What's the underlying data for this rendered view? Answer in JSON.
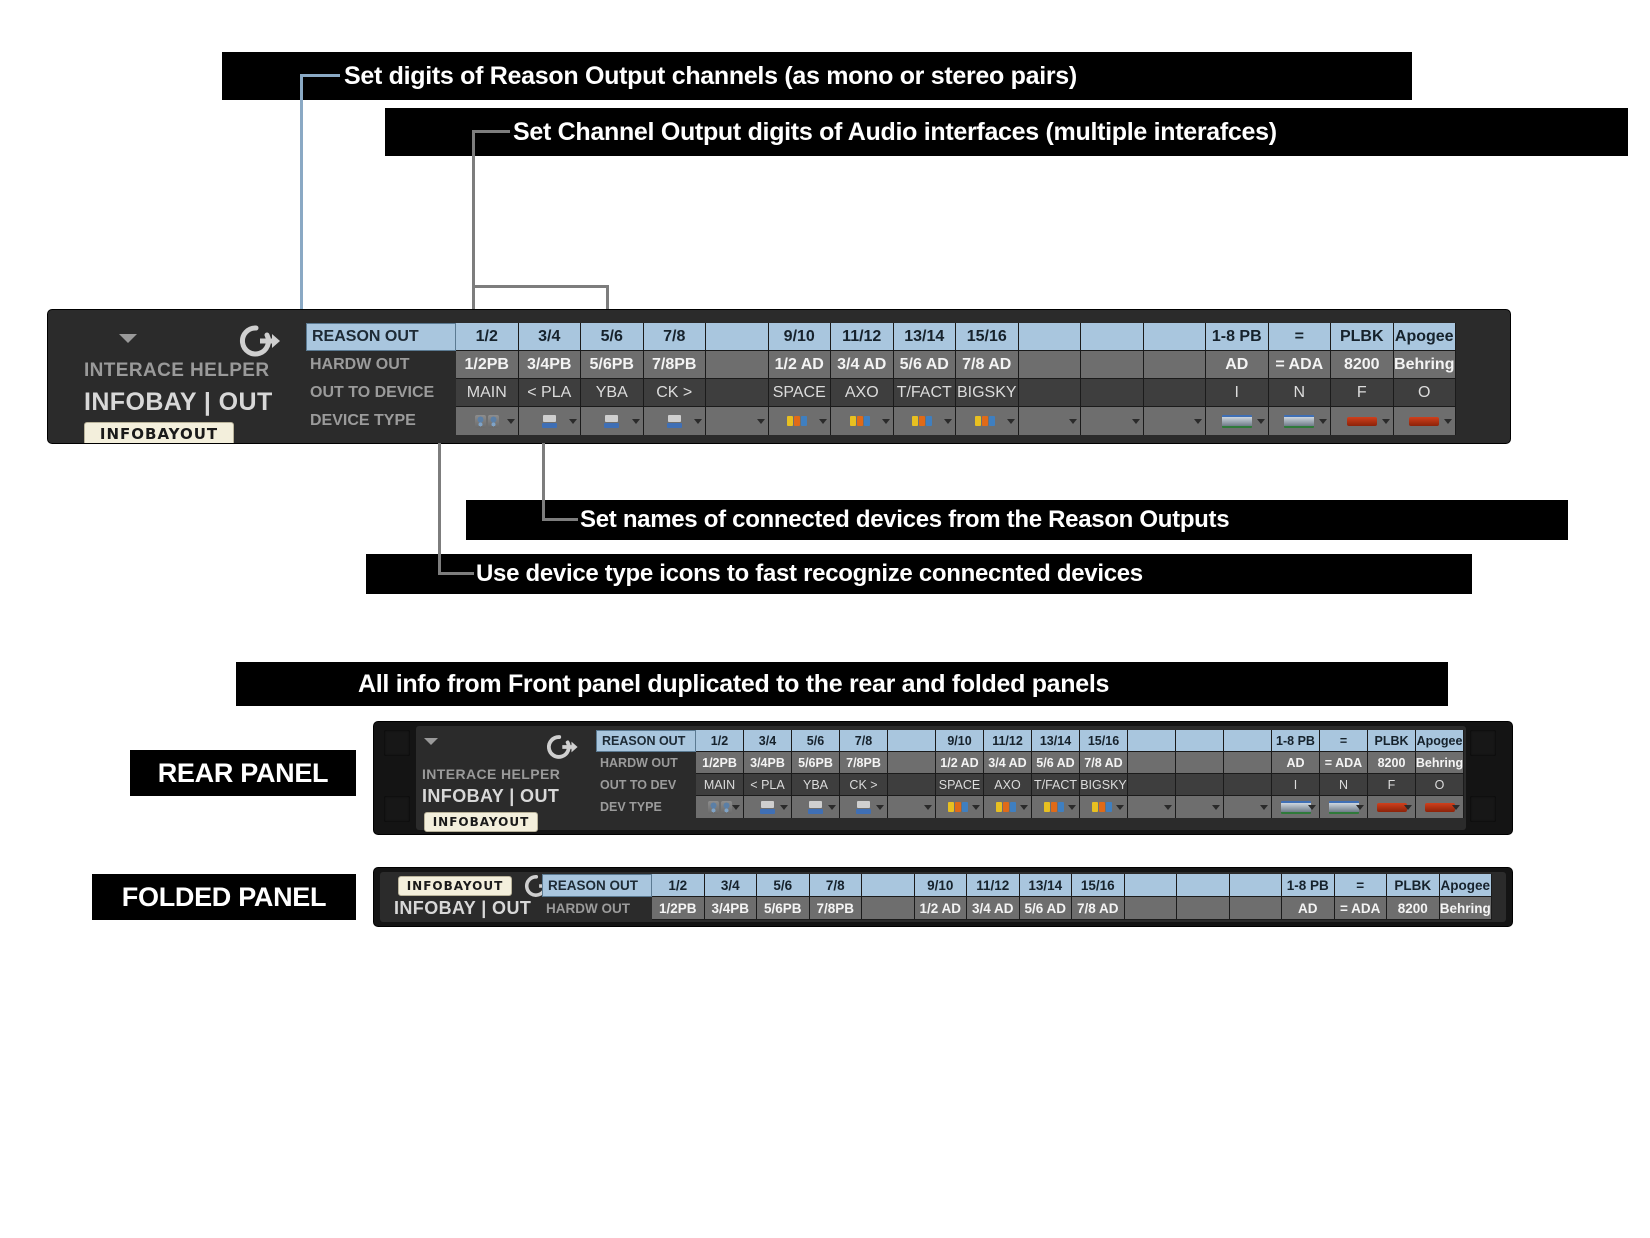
{
  "callouts": {
    "reason_out": "Set digits of Reason Output channels (as mono or stereo pairs)",
    "channel_out": "Set Channel Output digits of Audio interfaces (multiple interafces)",
    "device_names": "Set names of connected devices from the Reason Outputs",
    "device_icons": "Use device type icons to fast recognize connecnted devices",
    "duplicated": "All info from Front panel duplicated to the rear and folded panels",
    "rear_panel": "REAR PANEL",
    "folded_panel": "FOLDED PANEL"
  },
  "panel": {
    "brand_sub": "INTERACE HELPER",
    "brand_main": "INFOBAY | OUT",
    "tag": "INFOBAYOUT",
    "row_labels": {
      "reason": "REASON OUT",
      "hardw": "HARDW OUT",
      "device": "OUT TO DEVICE",
      "type": "DEVICE TYPE"
    },
    "row_labels_short": {
      "reason": "REASON OUT",
      "hardw": "HARDW OUT",
      "device": "OUT TO DEV",
      "type": "DEV TYPE"
    },
    "columns": [
      {
        "reason": "1/2",
        "hardw": "1/2PB",
        "device": "MAIN",
        "type": "speaker"
      },
      {
        "reason": "3/4",
        "hardw": "3/4PB",
        "device": "< PLA",
        "type": "monitor"
      },
      {
        "reason": "5/6",
        "hardw": "5/6PB",
        "device": "YBA",
        "type": "monitor"
      },
      {
        "reason": "7/8",
        "hardw": "7/8PB",
        "device": "CK >",
        "type": "monitor"
      },
      {
        "reason": "",
        "hardw": "",
        "device": "",
        "type": "none"
      },
      {
        "reason": "9/10",
        "hardw": "1/2 AD",
        "device": "SPACE",
        "type": "rack"
      },
      {
        "reason": "11/12",
        "hardw": "3/4 AD",
        "device": "AXO",
        "type": "rack"
      },
      {
        "reason": "13/14",
        "hardw": "5/6 AD",
        "device": "T/FACT",
        "type": "rack"
      },
      {
        "reason": "15/16",
        "hardw": "7/8 AD",
        "device": "BIGSKY",
        "type": "rack"
      },
      {
        "reason": "",
        "hardw": "",
        "device": "",
        "type": "none"
      },
      {
        "reason": "",
        "hardw": "",
        "device": "",
        "type": "none"
      },
      {
        "reason": "",
        "hardw": "",
        "device": "",
        "type": "none"
      },
      {
        "reason": "1-8 PB",
        "hardw": "AD",
        "device": "I",
        "type": "strip"
      },
      {
        "reason": "=",
        "hardw": "= ADA",
        "device": "N",
        "type": "strip"
      },
      {
        "reason": "PLBK",
        "hardw": "8200",
        "device": "F",
        "type": "red"
      },
      {
        "reason": "Apogee",
        "hardw": "Behring",
        "device": "O",
        "type": "red"
      }
    ]
  },
  "icons": {
    "output_arrow": "output-arrow-icon",
    "fold_arrow": "fold-arrow-icon",
    "dropdown_caret": "chevron-down-icon"
  },
  "colors": {
    "accent_blue": "#a9c6de",
    "panel_bg": "#2b2b2b",
    "row_hardw": "#6e6e6e",
    "row_device": "#3e3e3e",
    "leader_blue": "#8aa9c4",
    "leader_grey": "#7d7d7d",
    "tag_bg": "#f3efdc"
  }
}
